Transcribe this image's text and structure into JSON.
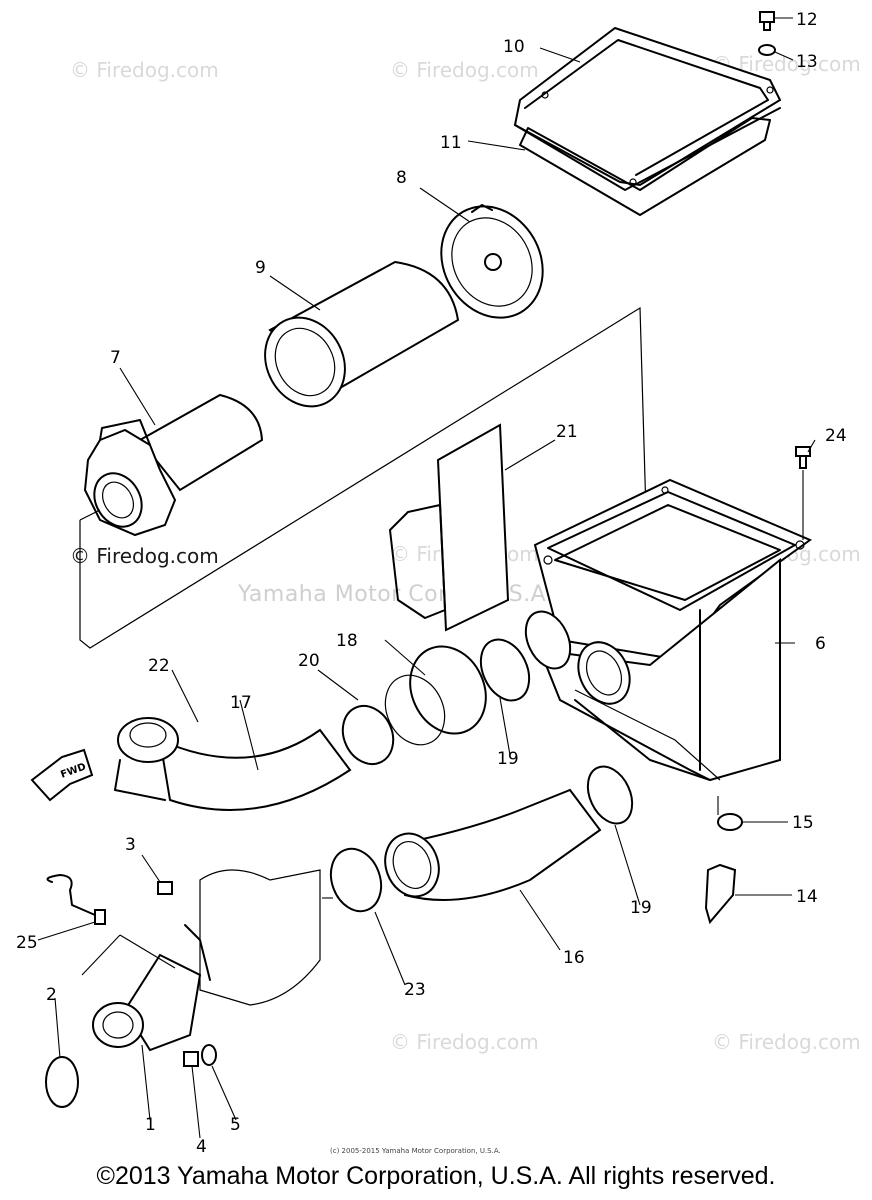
{
  "watermark": "© Firedog.com",
  "watermark_mid": "Yamaha Motor Corp., U.S.A.",
  "small_copyright": "(c) 2005-2015 Yamaha Motor Corporation, U.S.A.",
  "footer": "©2013 Yamaha Motor Corporation, U.S.A. All rights reserved.",
  "fwd_label": "FWD",
  "callouts": {
    "c1": "1",
    "c2": "2",
    "c3": "3",
    "c4": "4",
    "c5": "5",
    "c6": "6",
    "c7": "7",
    "c8": "8",
    "c9": "9",
    "c10": "10",
    "c11": "11",
    "c12": "12",
    "c13": "13",
    "c14": "14",
    "c15": "15",
    "c16": "16",
    "c17": "17",
    "c18": "18",
    "c19a": "19",
    "c19b": "19",
    "c20": "20",
    "c21": "21",
    "c22": "22",
    "c23": "23",
    "c24": "24",
    "c25": "25"
  }
}
